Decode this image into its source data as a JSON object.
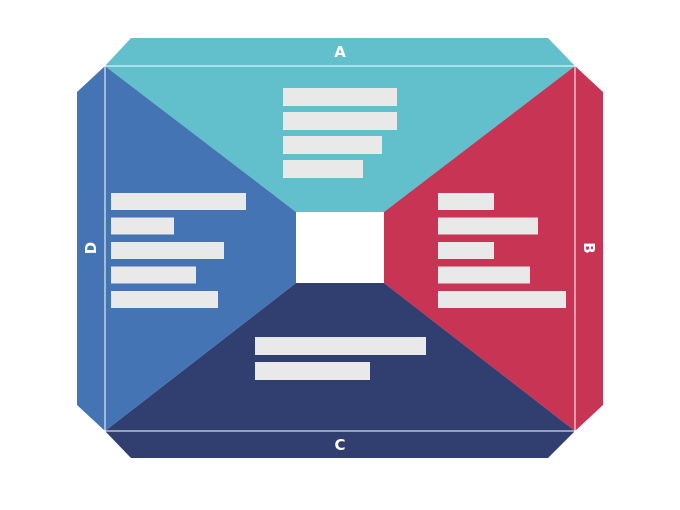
{
  "diagram": {
    "sections": {
      "a": {
        "label": "A",
        "color": "#62bfcc",
        "bars": [
          1,
          1,
          0.87,
          0.7
        ]
      },
      "b": {
        "label": "B",
        "color": "#c83453",
        "bars": [
          0.44,
          0.78,
          0.44,
          0.72,
          1
        ]
      },
      "c": {
        "label": "C",
        "color": "#303f6f",
        "bars": [
          1,
          0.67
        ]
      },
      "d": {
        "label": "D",
        "color": "#4474b4",
        "bars": [
          1,
          0.47,
          0.84,
          0.63,
          0.79
        ]
      }
    },
    "center_color": "#ffffff",
    "placeholder_color": "#e9e9e9",
    "border_color": "#ffffff"
  }
}
